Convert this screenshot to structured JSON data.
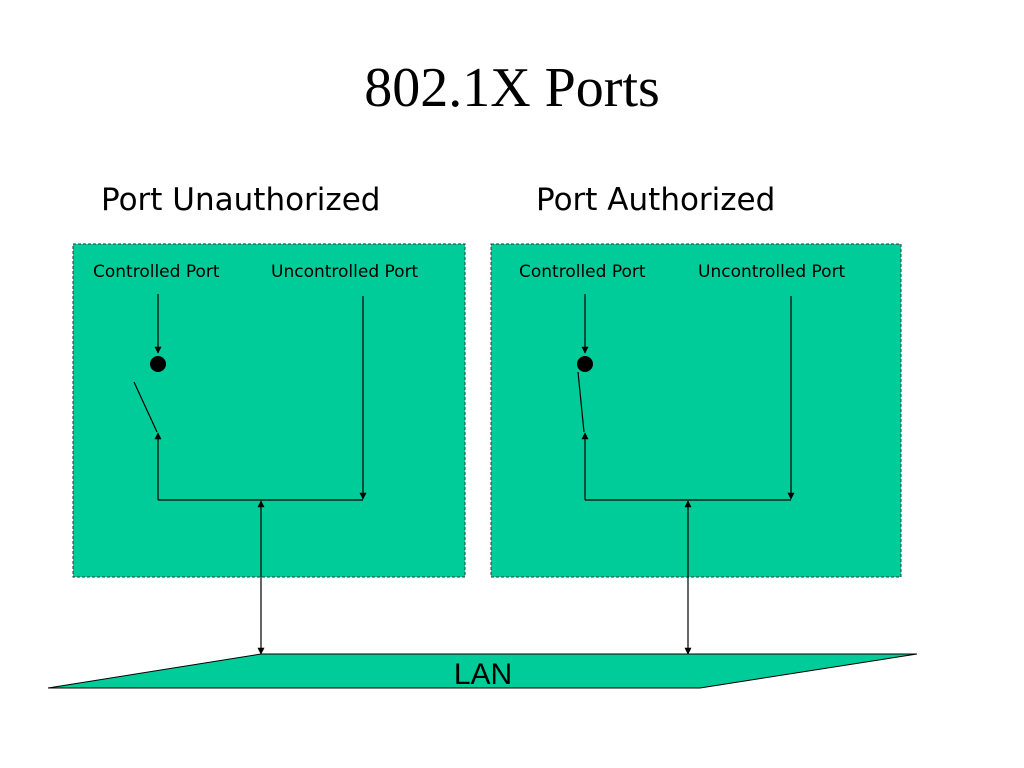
{
  "title": "802.1X Ports",
  "colors": {
    "panel_fill": "#00CC99",
    "line": "#000000",
    "background": "#FFFFFF"
  },
  "panels": [
    {
      "heading": "Port Unauthorized",
      "controlled_port": "Controlled Port",
      "uncontrolled_port": "Uncontrolled Port",
      "switch_state": "open"
    },
    {
      "heading": "Port Authorized",
      "controlled_port": "Controlled Port",
      "uncontrolled_port": "Uncontrolled Port",
      "switch_state": "closed"
    }
  ],
  "lan": {
    "label": "LAN"
  }
}
